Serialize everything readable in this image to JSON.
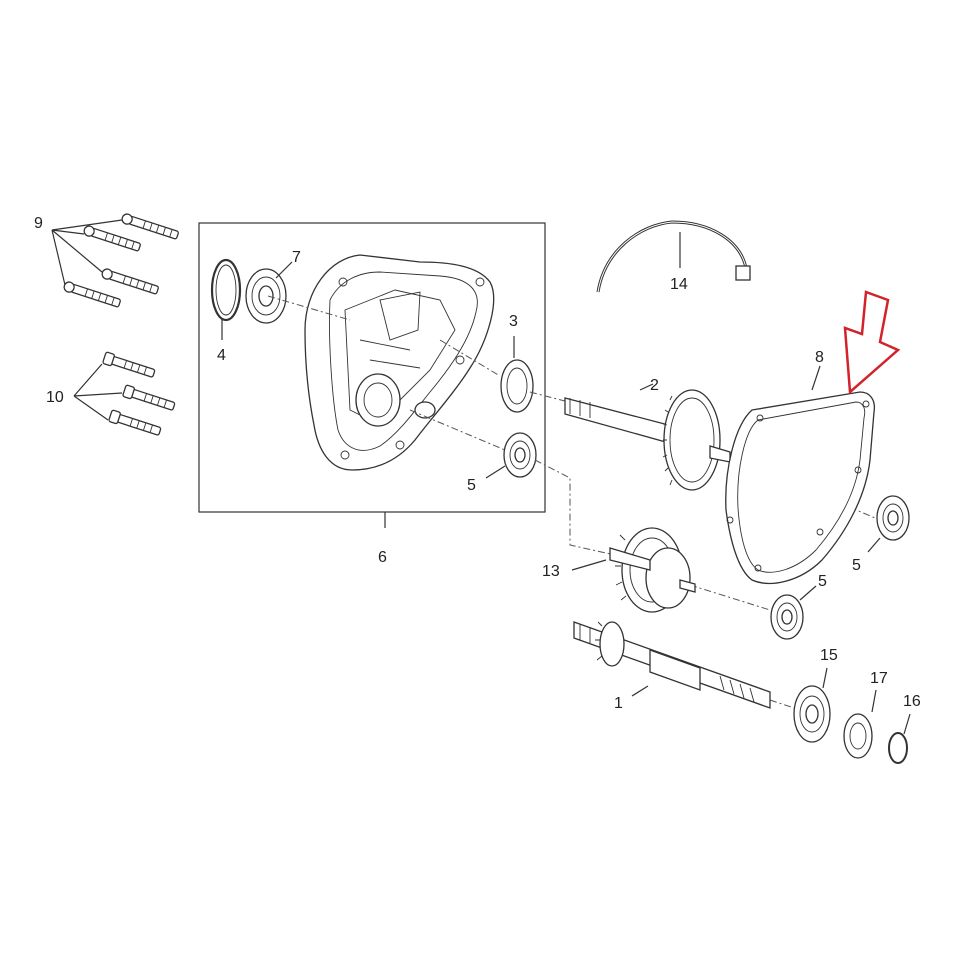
{
  "diagram": {
    "labels": {
      "p1": "1",
      "p2": "2",
      "p3": "3",
      "p4": "4",
      "p5a": "5",
      "p5b": "5",
      "p5c": "5",
      "p6": "6",
      "p7": "7",
      "p8": "8",
      "p9": "9",
      "p10": "10",
      "p13": "13",
      "p14": "14",
      "p15": "15",
      "p16": "16",
      "p17": "17"
    },
    "highlight_color": "#d2232a"
  }
}
